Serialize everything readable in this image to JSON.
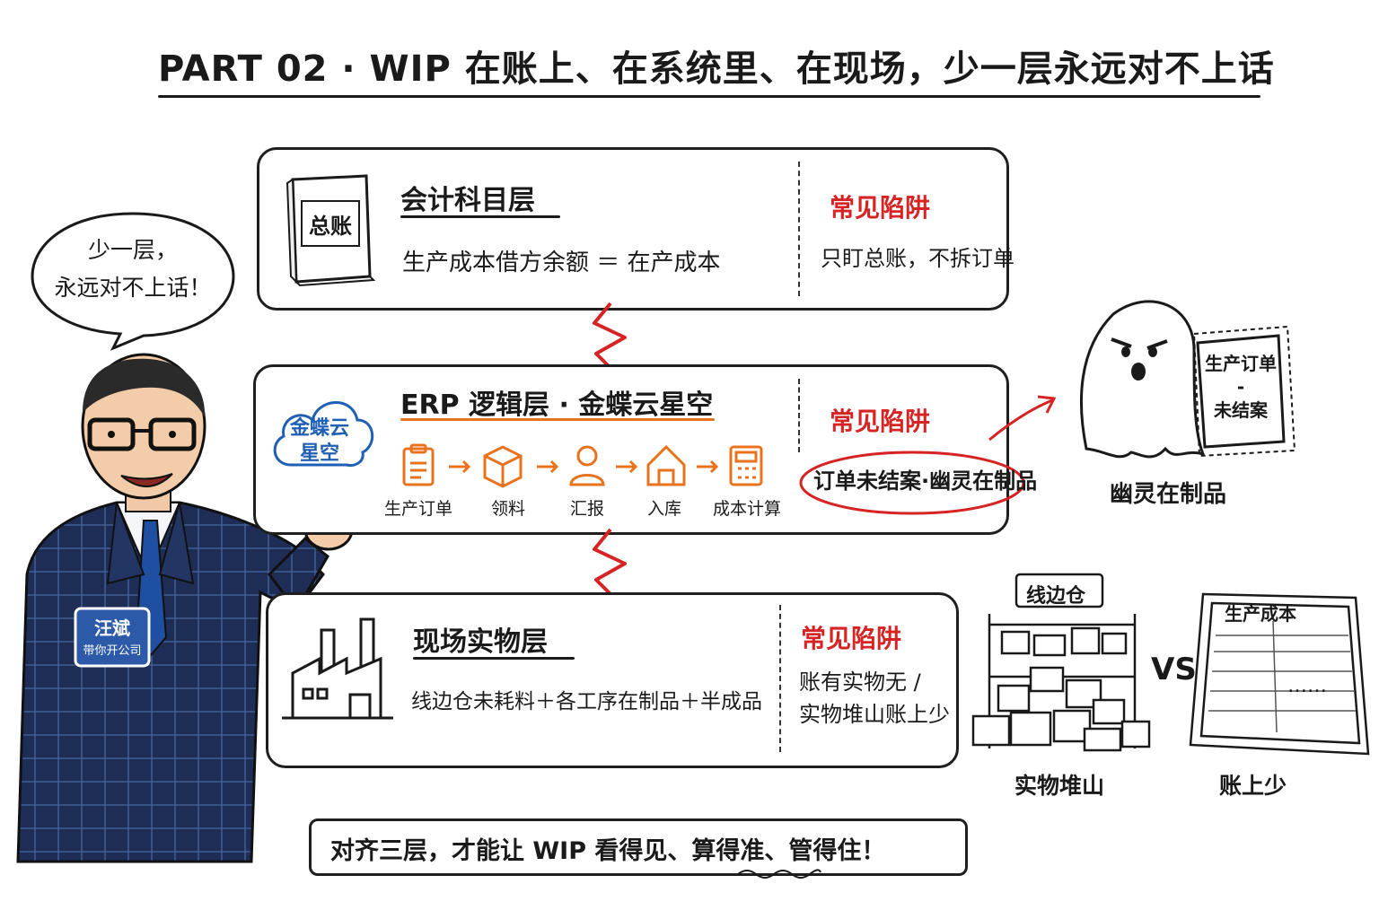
{
  "title": "PART 02 · WIP 在账上、在系统里、在现场，少一层永远对不上话",
  "speech": {
    "line1": "少一层，",
    "line2": "永远对不上话！"
  },
  "presenter": {
    "name": "汪斌",
    "tagline": "带你开公司"
  },
  "layers": {
    "accounting": {
      "icon_label": "总账",
      "title": "会计科目层",
      "formula": "生产成本借方余额 ＝ 在产成本",
      "pitfall_title": "常见陷阱",
      "pitfall": "只盯总账，不拆订单"
    },
    "erp": {
      "cloud_label_1": "金蝶云",
      "cloud_label_2": "星空",
      "title": "ERP 逻辑层 · 金蝶云星空",
      "steps": [
        "生产订单",
        "领料",
        "汇报",
        "入库",
        "成本计算"
      ],
      "pitfall_title": "常见陷阱",
      "pitfall": "订单未结案·幽灵在制品"
    },
    "physical": {
      "title": "现场实物层",
      "content": "线边仓未耗料＋各工序在制品＋半成品",
      "pitfall_title": "常见陷阱",
      "pitfall_line1": "账有实物无 /",
      "pitfall_line2": "实物堆山账上少"
    }
  },
  "ghost": {
    "doc_line1": "生产订单",
    "doc_line2": "-",
    "doc_line3": "未结案",
    "caption": "幽灵在制品"
  },
  "comparison": {
    "shelf_sign": "线边仓",
    "left_caption": "实物堆山",
    "vs": "VS",
    "book_title": "生产成本",
    "book_dots": "……",
    "right_caption": "账上少"
  },
  "conclusion": "对齐三层，才能让 WIP 看得见、算得准、管得住！",
  "colors": {
    "accent_red": "#d62424",
    "accent_orange": "#e8731c",
    "cloud_blue": "#1f5fb4",
    "suit_navy": "#1d2d55"
  }
}
